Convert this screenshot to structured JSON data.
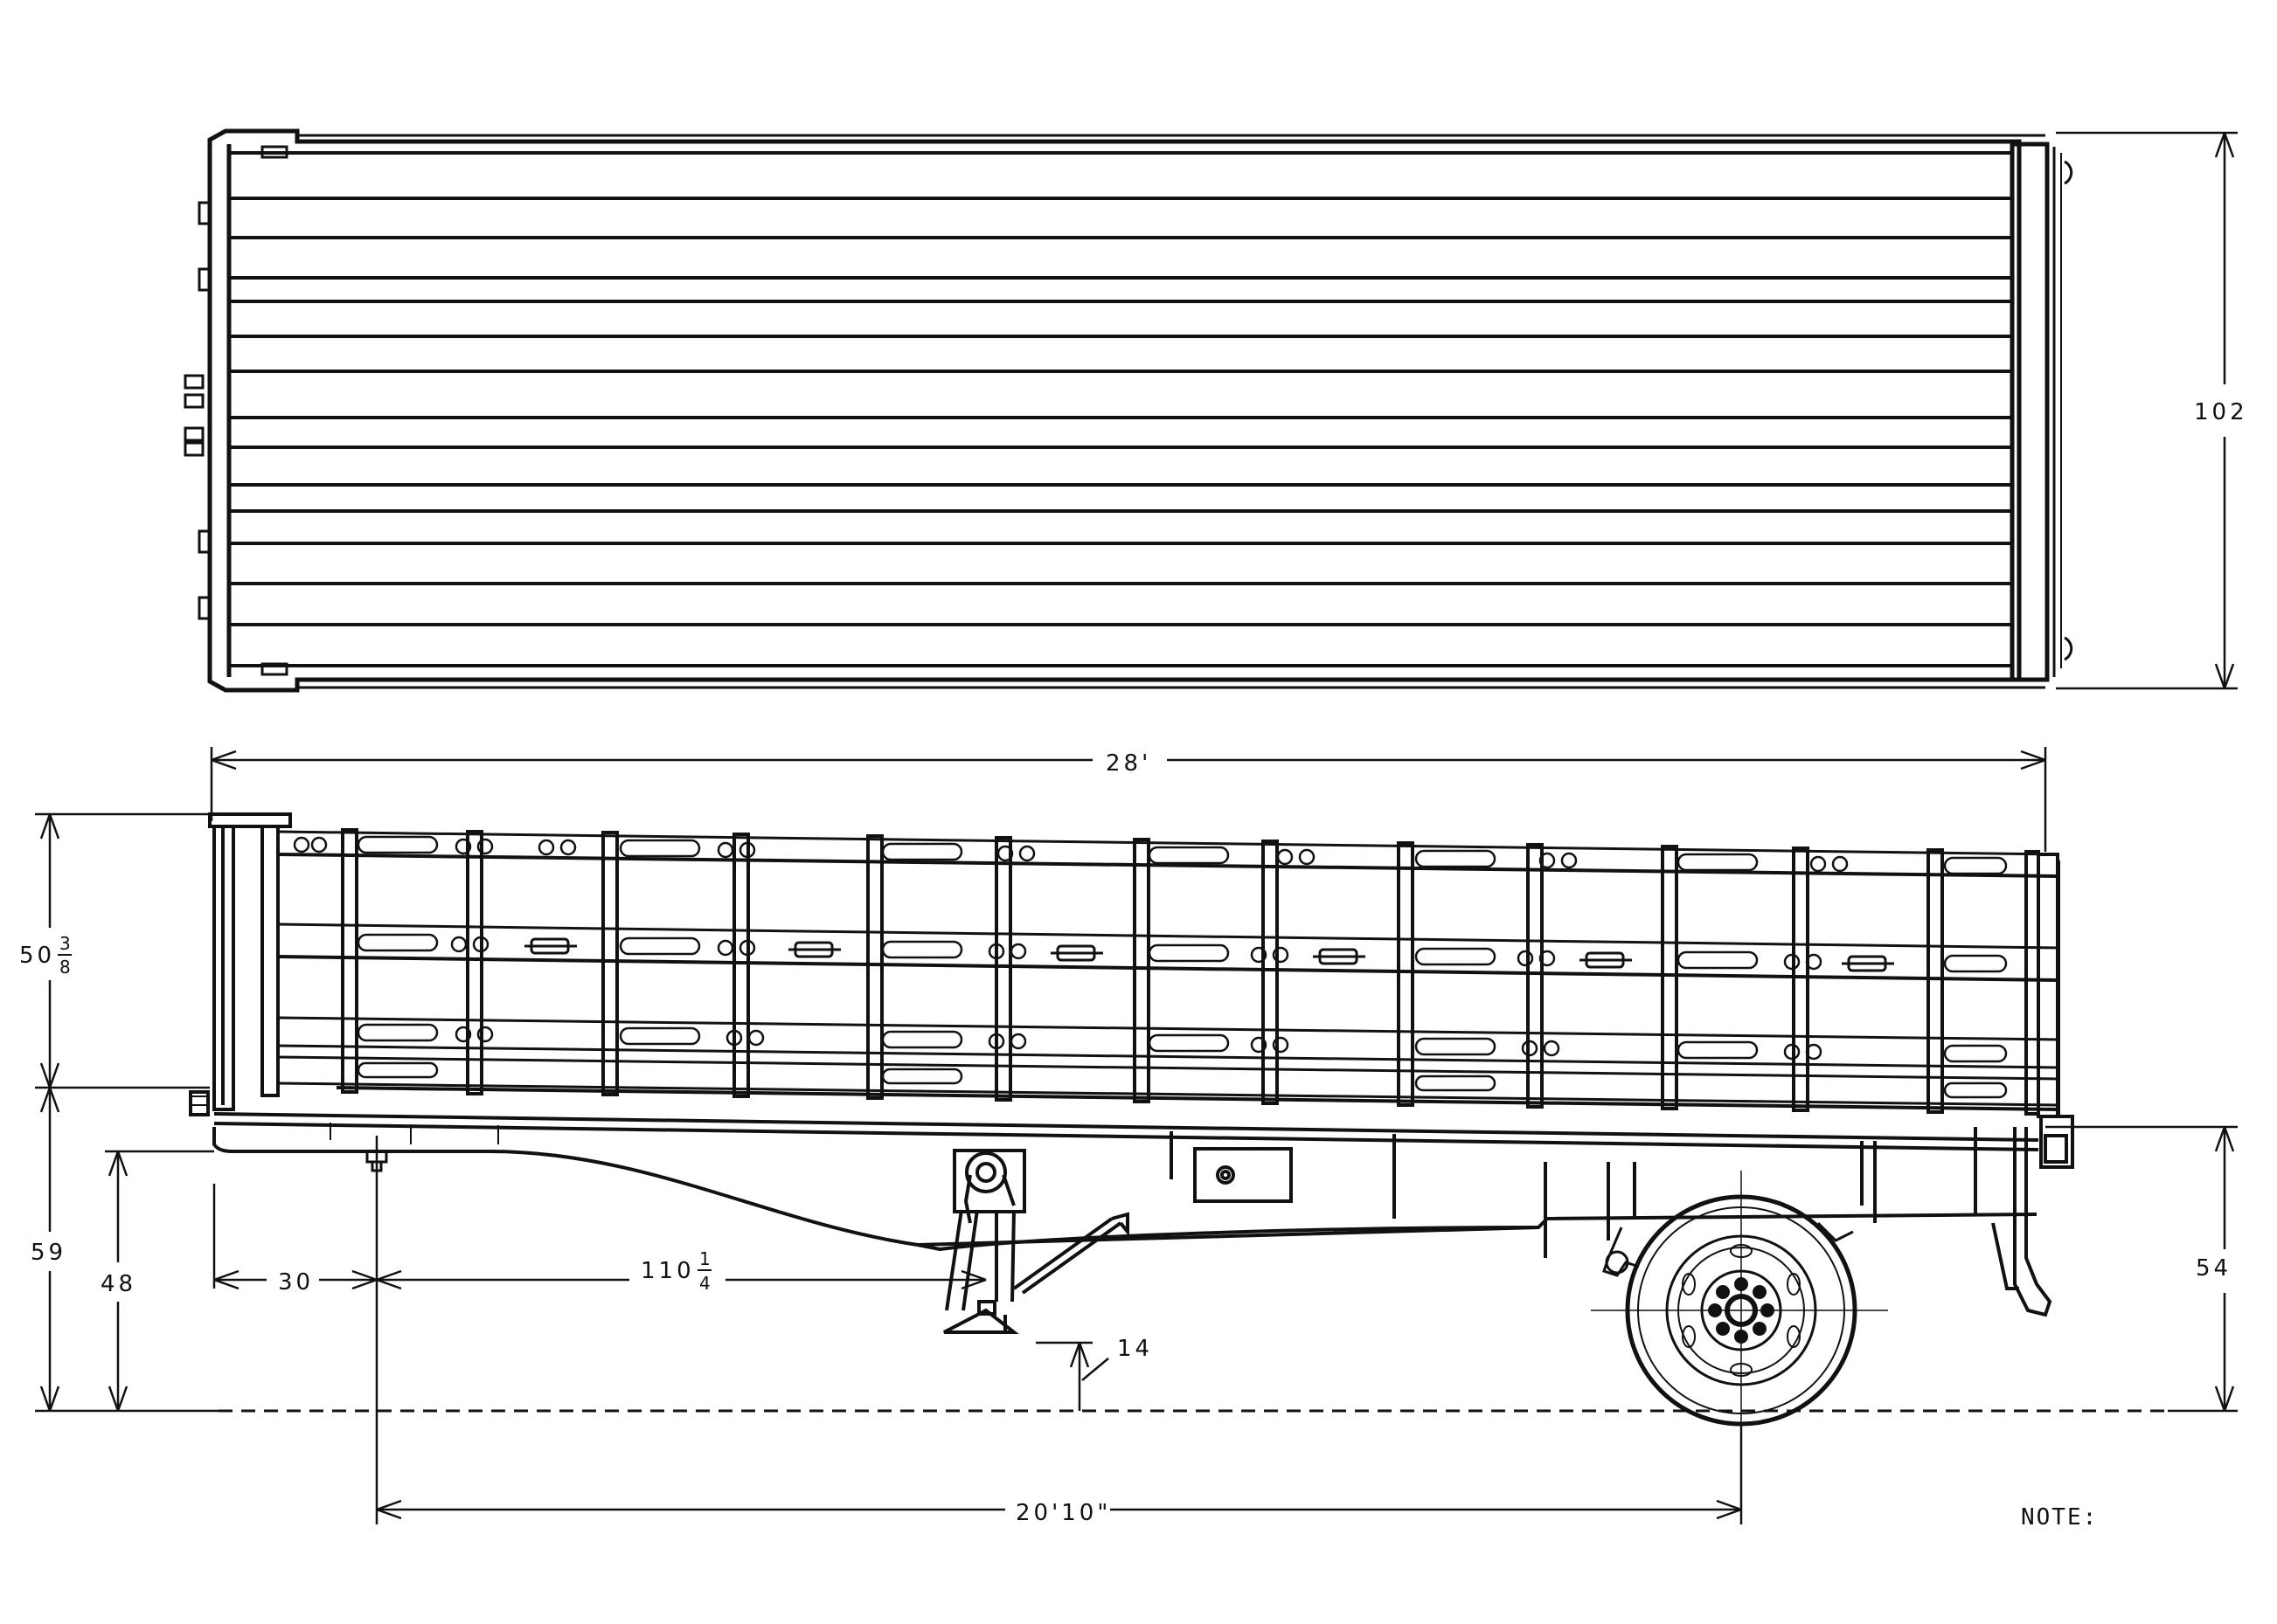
{
  "drawing": {
    "views": [
      "plan-view",
      "side-elevation"
    ],
    "dimensions": {
      "overall_width": "102",
      "overall_length": "28'",
      "rack_height_whole": "50",
      "rack_height_num": "3",
      "rack_height_den": "8",
      "deck_height_front": "59",
      "kingpin_height": "48",
      "kingpin_setback": "30",
      "landing_gear_whole": "110",
      "landing_gear_num": "1",
      "landing_gear_den": "4",
      "landing_gear_clearance": "14",
      "deck_height_rear": "54",
      "kingpin_to_axle": "20'10\""
    },
    "note_label": "NOTE:"
  }
}
